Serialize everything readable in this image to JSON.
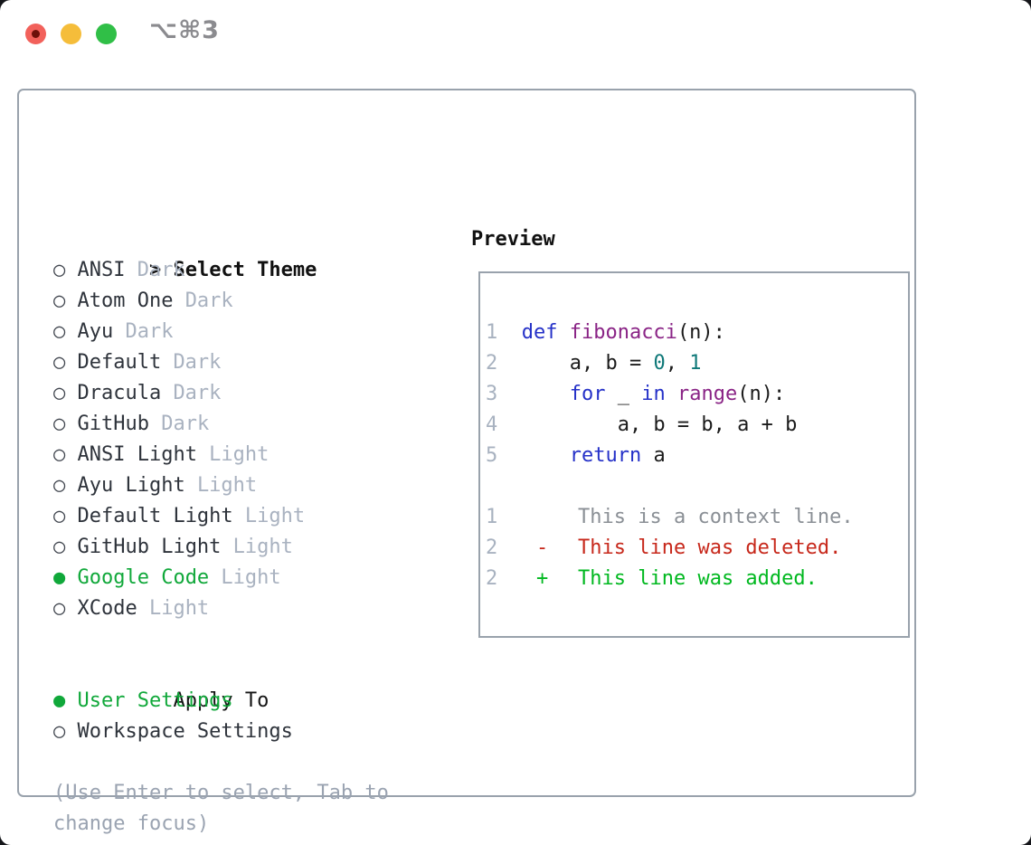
{
  "window": {
    "shortcut_label": "⌥⌘3",
    "traffic_lights": [
      "close",
      "minimize",
      "zoom"
    ]
  },
  "theme_list": {
    "header_marker": ">",
    "header": "Select Theme",
    "items": [
      {
        "name": "ANSI",
        "variant": "Dark",
        "selected": false
      },
      {
        "name": "Atom One",
        "variant": "Dark",
        "selected": false
      },
      {
        "name": "Ayu",
        "variant": "Dark",
        "selected": false
      },
      {
        "name": "Default",
        "variant": "Dark",
        "selected": false
      },
      {
        "name": "Dracula",
        "variant": "Dark",
        "selected": false
      },
      {
        "name": "GitHub",
        "variant": "Dark",
        "selected": false
      },
      {
        "name": "ANSI Light",
        "variant": "Light",
        "selected": false
      },
      {
        "name": "Ayu Light",
        "variant": "Light",
        "selected": false
      },
      {
        "name": "Default Light",
        "variant": "Light",
        "selected": false
      },
      {
        "name": "GitHub Light",
        "variant": "Light",
        "selected": false
      },
      {
        "name": "Google Code",
        "variant": "Light",
        "selected": true
      },
      {
        "name": "XCode",
        "variant": "Light",
        "selected": false
      }
    ],
    "radio_unselected_icon": "○",
    "radio_selected_icon": "●"
  },
  "apply_to": {
    "header": "Apply To",
    "options": [
      {
        "label": "User Settings",
        "selected": true
      },
      {
        "label": "Workspace Settings",
        "selected": false
      }
    ]
  },
  "help": {
    "line1": "(Use Enter to select, Tab to",
    "line2": "change focus)"
  },
  "preview": {
    "title": "Preview",
    "code_lines": [
      {
        "number": "1",
        "tokens": [
          {
            "text": "def ",
            "color": "keyword"
          },
          {
            "text": "fibonacci",
            "color": "function"
          },
          {
            "text": "(n):",
            "color": "plain"
          }
        ]
      },
      {
        "number": "2",
        "tokens": [
          {
            "text": "    a, b = ",
            "color": "plain"
          },
          {
            "text": "0",
            "color": "literal"
          },
          {
            "text": ", ",
            "color": "plain"
          },
          {
            "text": "1",
            "color": "literal"
          }
        ]
      },
      {
        "number": "3",
        "tokens": [
          {
            "text": "    ",
            "color": "plain"
          },
          {
            "text": "for",
            "color": "keyword"
          },
          {
            "text": " _ ",
            "color": "plain"
          },
          {
            "text": "in",
            "color": "keyword"
          },
          {
            "text": " ",
            "color": "plain"
          },
          {
            "text": "range",
            "color": "function"
          },
          {
            "text": "(n):",
            "color": "plain"
          }
        ]
      },
      {
        "number": "4",
        "tokens": [
          {
            "text": "        a, b = b, a + b",
            "color": "plain"
          }
        ]
      },
      {
        "number": "5",
        "tokens": [
          {
            "text": "    ",
            "color": "plain"
          },
          {
            "text": "return",
            "color": "keyword"
          },
          {
            "text": " a",
            "color": "plain"
          }
        ]
      }
    ],
    "diff_lines": [
      {
        "number": "1",
        "marker": " ",
        "text": "This is a context line.",
        "kind": "context"
      },
      {
        "number": "2",
        "marker": "-",
        "text": "This line was deleted.",
        "kind": "deleted"
      },
      {
        "number": "2",
        "marker": "+",
        "text": "This line was added.",
        "kind": "added"
      }
    ]
  },
  "colors": {
    "selection_green": "#10a83a",
    "diff_added_green": "#00b81f",
    "diff_deleted_red": "#c7281b",
    "diff_context_gray": "#8a8f95",
    "syntax_keyword_blue": "#2531c8",
    "syntax_function_purple": "#8a2486",
    "syntax_literal_teal": "#0e7878",
    "line_number_gray": "#a8b2c0",
    "muted_text_gray": "#9aa3b1",
    "variant_label_gray": "#a9b2c0",
    "border_gray": "#99a2ac",
    "traffic_red": "#f2615b",
    "traffic_yellow": "#f5bd3a",
    "traffic_green": "#30bf47"
  }
}
